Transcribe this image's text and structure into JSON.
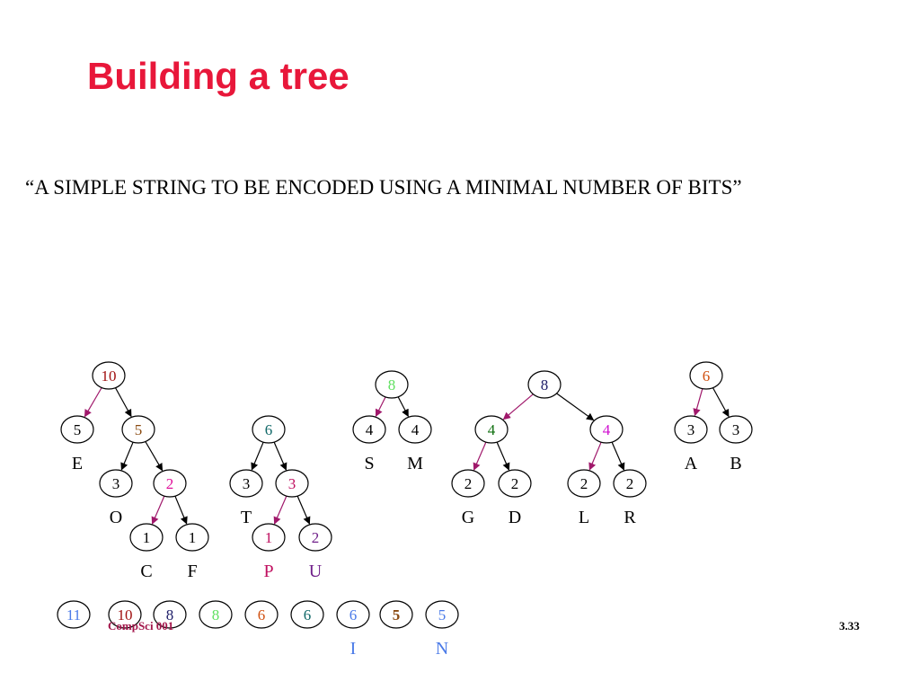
{
  "slide": {
    "title": "Building a tree",
    "string": "“A SIMPLE STRING TO BE ENCODED USING A MINIMAL NUMBER OF BITS”",
    "footer": "CompSci 001",
    "page_number": "3.33"
  },
  "colors": {
    "title": "#e8173a",
    "pink_arrow": "#a0186b",
    "red": "#a01010",
    "brown": "#8a4a10",
    "magenta": "#e0109a",
    "teal": "#106868",
    "crimson": "#c01060",
    "purple": "#70208a",
    "green": "#60e060",
    "navy": "#20206a",
    "orange": "#d05010",
    "dkgreen": "#107010",
    "violet": "#d010d0",
    "blue": "#4a7ae8",
    "black": "#000000"
  },
  "trees": [
    {
      "nodes": [
        {
          "id": "t1n0",
          "value": "10",
          "color": "red"
        },
        {
          "id": "t1n1",
          "value": "5",
          "color": "black",
          "letter": "E"
        },
        {
          "id": "t1n2",
          "value": "5",
          "color": "brown"
        },
        {
          "id": "t1n3",
          "value": "3",
          "color": "black",
          "letter": "O"
        },
        {
          "id": "t1n4",
          "value": "2",
          "color": "magenta"
        },
        {
          "id": "t1n5",
          "value": "1",
          "color": "black",
          "letter": "C"
        },
        {
          "id": "t1n6",
          "value": "1",
          "color": "black",
          "letter": "F"
        }
      ],
      "edges": [
        {
          "from": "t1n0",
          "to": "t1n1",
          "color": "pink_arrow"
        },
        {
          "from": "t1n0",
          "to": "t1n2",
          "color": "black"
        },
        {
          "from": "t1n2",
          "to": "t1n3",
          "color": "black"
        },
        {
          "from": "t1n2",
          "to": "t1n4",
          "color": "black"
        },
        {
          "from": "t1n4",
          "to": "t1n5",
          "color": "pink_arrow"
        },
        {
          "from": "t1n4",
          "to": "t1n6",
          "color": "black"
        }
      ]
    },
    {
      "nodes": [
        {
          "id": "t2n0",
          "value": "6",
          "color": "teal"
        },
        {
          "id": "t2n1",
          "value": "3",
          "color": "black",
          "letter": "T"
        },
        {
          "id": "t2n2",
          "value": "3",
          "color": "crimson"
        },
        {
          "id": "t2n3",
          "value": "1",
          "color": "crimson",
          "letter": "P",
          "letter_color": "crimson"
        },
        {
          "id": "t2n4",
          "value": "2",
          "color": "purple",
          "letter": "U",
          "letter_color": "purple"
        }
      ],
      "edges": [
        {
          "from": "t2n0",
          "to": "t2n1",
          "color": "black"
        },
        {
          "from": "t2n0",
          "to": "t2n2",
          "color": "black"
        },
        {
          "from": "t2n2",
          "to": "t2n3",
          "color": "pink_arrow"
        },
        {
          "from": "t2n2",
          "to": "t2n4",
          "color": "black"
        }
      ]
    },
    {
      "nodes": [
        {
          "id": "t3n0",
          "value": "8",
          "color": "green"
        },
        {
          "id": "t3n1",
          "value": "4",
          "color": "black",
          "letter": "S"
        },
        {
          "id": "t3n2",
          "value": "4",
          "color": "black",
          "letter": "M"
        }
      ],
      "edges": [
        {
          "from": "t3n0",
          "to": "t3n1",
          "color": "pink_arrow"
        },
        {
          "from": "t3n0",
          "to": "t3n2",
          "color": "black"
        }
      ]
    },
    {
      "nodes": [
        {
          "id": "t4n0",
          "value": "8",
          "color": "navy"
        },
        {
          "id": "t4n1",
          "value": "4",
          "color": "dkgreen"
        },
        {
          "id": "t4n2",
          "value": "4",
          "color": "violet"
        },
        {
          "id": "t4n3",
          "value": "2",
          "color": "black",
          "letter": "G"
        },
        {
          "id": "t4n4",
          "value": "2",
          "color": "black",
          "letter": "D"
        },
        {
          "id": "t4n5",
          "value": "2",
          "color": "black",
          "letter": "L"
        },
        {
          "id": "t4n6",
          "value": "2",
          "color": "black",
          "letter": "R"
        }
      ],
      "edges": [
        {
          "from": "t4n0",
          "to": "t4n1",
          "color": "pink_arrow"
        },
        {
          "from": "t4n0",
          "to": "t4n2",
          "color": "black"
        },
        {
          "from": "t4n1",
          "to": "t4n3",
          "color": "pink_arrow"
        },
        {
          "from": "t4n1",
          "to": "t4n4",
          "color": "black"
        },
        {
          "from": "t4n2",
          "to": "t4n5",
          "color": "pink_arrow"
        },
        {
          "from": "t4n2",
          "to": "t4n6",
          "color": "black"
        }
      ]
    },
    {
      "nodes": [
        {
          "id": "t5n0",
          "value": "6",
          "color": "orange"
        },
        {
          "id": "t5n1",
          "value": "3",
          "color": "black",
          "letter": "A"
        },
        {
          "id": "t5n2",
          "value": "3",
          "color": "black",
          "letter": "B"
        }
      ],
      "edges": [
        {
          "from": "t5n0",
          "to": "t5n1",
          "color": "pink_arrow"
        },
        {
          "from": "t5n0",
          "to": "t5n2",
          "color": "black"
        }
      ]
    }
  ],
  "queue": [
    {
      "id": "q0",
      "value": "11",
      "color": "blue"
    },
    {
      "id": "q1",
      "value": "10",
      "color": "red"
    },
    {
      "id": "q2",
      "value": "8",
      "color": "navy"
    },
    {
      "id": "q3",
      "value": "8",
      "color": "green"
    },
    {
      "id": "q4",
      "value": "6",
      "color": "orange"
    },
    {
      "id": "q5",
      "value": "6",
      "color": "teal"
    },
    {
      "id": "q6",
      "value": "6",
      "color": "blue",
      "letter": "I",
      "letter_color": "blue"
    },
    {
      "id": "q7",
      "value": "5",
      "color": "brown",
      "bold": true
    },
    {
      "id": "q8",
      "value": "5",
      "color": "blue",
      "letter": "N",
      "letter_color": "blue"
    }
  ]
}
